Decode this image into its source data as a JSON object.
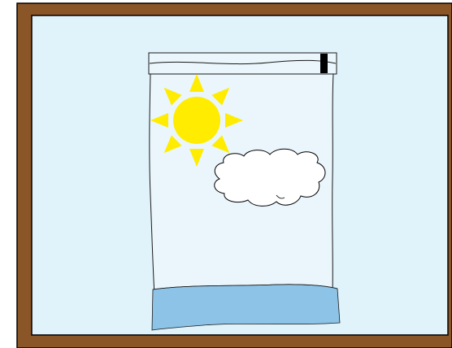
{
  "scene": {
    "colors": {
      "frame": "#8a5527",
      "frame_stroke": "#000000",
      "board": "#e0f2fa",
      "bag_fill": "#eaf6fc",
      "bag_stroke": "#1a1a1a",
      "water": "#8cc3e6",
      "sun": "#ffec00",
      "cloud_fill": "#ffffff",
      "cloud_stroke": "#000000",
      "zip_tab": "#000000"
    },
    "icons": {
      "frame": "wooden-frame",
      "bag": "zip-lock-bag",
      "sun": "sun-icon",
      "cloud": "cloud-icon",
      "water": "water-layer"
    }
  }
}
